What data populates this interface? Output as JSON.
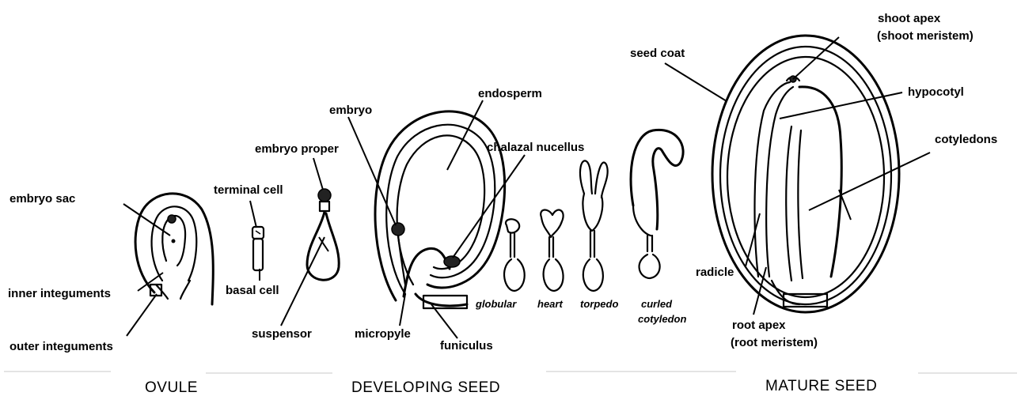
{
  "stage_labels": {
    "ovule": "OVULE",
    "developing_seed": "DEVELOPING SEED",
    "mature_seed": "MATURE SEED"
  },
  "ovule": {
    "embryo_sac": "embryo sac",
    "inner_integuments": "inner integuments",
    "outer_integuments": "outer integuments"
  },
  "zygote": {
    "terminal_cell": "terminal cell",
    "basal_cell": "basal cell"
  },
  "proembryo": {
    "embryo_proper": "embryo proper",
    "suspensor": "suspensor"
  },
  "developing_seed": {
    "embryo": "embryo",
    "endosperm": "endosperm",
    "chalazal_nucellus": "chalazal nucellus",
    "micropyle": "micropyle",
    "funiculus": "funiculus"
  },
  "embryo_stages": {
    "globular": "globular",
    "heart": "heart",
    "torpedo": "torpedo",
    "curled_line1": "curled",
    "curled_line2": "cotyledon"
  },
  "mature_seed": {
    "seed_coat": "seed coat",
    "shoot_apex_line1": "shoot apex",
    "shoot_apex_line2": "(shoot meristem)",
    "hypocotyl": "hypocotyl",
    "cotyledons": "cotyledons",
    "radicle": "radicle",
    "root_apex_line1": "root apex",
    "root_apex_line2": "(root meristem)"
  }
}
